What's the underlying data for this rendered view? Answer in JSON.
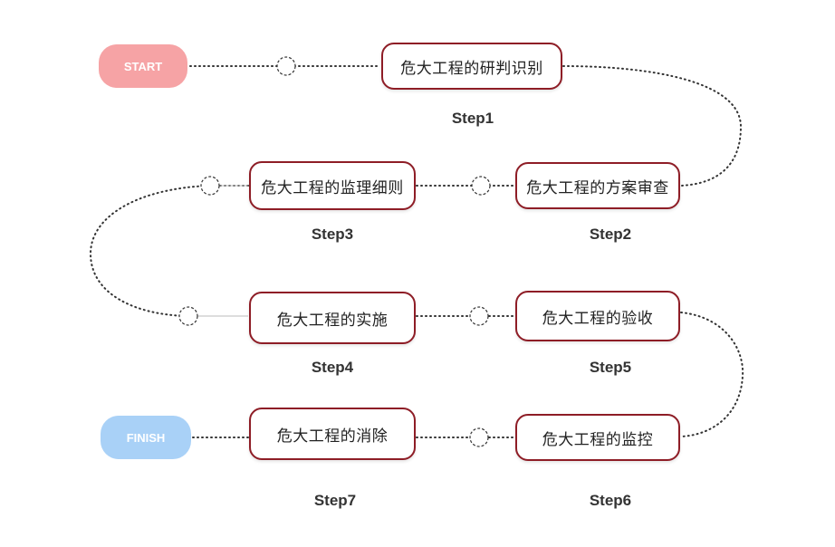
{
  "colors": {
    "border": "#8e1d26",
    "start": "#f6a3a5",
    "finish": "#a9d1f7",
    "connector": "#333333"
  },
  "start_label": "START",
  "finish_label": "FINISH",
  "steps": [
    {
      "label": "危大工程的研判识别",
      "step": "Step1"
    },
    {
      "label": "危大工程的方案审查",
      "step": "Step2"
    },
    {
      "label": "危大工程的监理细则",
      "step": "Step3"
    },
    {
      "label": "危大工程的实施",
      "step": "Step4"
    },
    {
      "label": "危大工程的验收",
      "step": "Step5"
    },
    {
      "label": "危大工程的监控",
      "step": "Step6"
    },
    {
      "label": "危大工程的消除",
      "step": "Step7"
    }
  ]
}
